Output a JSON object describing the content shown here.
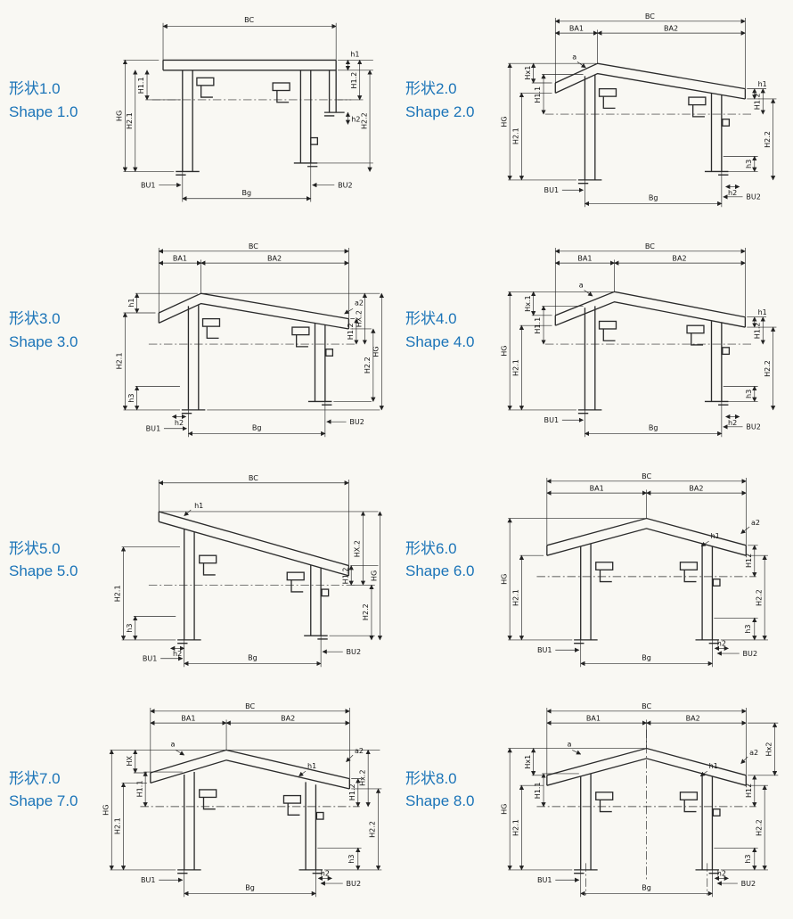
{
  "page": {
    "background_color": "#f9f8f3",
    "accent_color": "#1b74b8",
    "content": "Eight girder cross-section shape diagrams with dimension labels"
  },
  "panels": [
    {
      "title_cn": "形状1.0",
      "title_en": "Shape 1.0",
      "labels": {
        "bc": "BC",
        "h1": "h1",
        "h1_1": "H1.1",
        "h1_2": "H1.2",
        "h2_1": "H2.1",
        "h2_2": "H2.2",
        "hg": "HG",
        "h2": "h2",
        "bu1": "BU1",
        "bg": "Bg",
        "bu2": "BU2"
      }
    },
    {
      "title_cn": "形状2.0",
      "title_en": "Shape 2.0",
      "labels": {
        "bc": "BC",
        "ba1": "BA1",
        "ba2": "BA2",
        "hx1": "Hx1",
        "a": "a",
        "h1_1": "H1.1",
        "h1": "h1",
        "h1_2": "H1.2",
        "h2_2": "H2.2",
        "hg": "HG",
        "h2_1": "H2.1",
        "h3": "h3",
        "h2": "h2",
        "bu1": "BU1",
        "bg": "Bg",
        "bu2": "BU2"
      }
    },
    {
      "title_cn": "形状3.0",
      "title_en": "Shape 3.0",
      "labels": {
        "bc": "BC",
        "ba1": "BA1",
        "ba2": "BA2",
        "h1": "h1",
        "h2_1": "H2.1",
        "a2": "a2",
        "h1_2": "H1.2",
        "hx_2": "HX.2",
        "h2_2": "H2.2",
        "hg": "HG",
        "h3": "h3",
        "h2": "h2",
        "bu1": "BU1",
        "bg": "Bg",
        "bu2": "BU2"
      }
    },
    {
      "title_cn": "形状4.0",
      "title_en": "Shape 4.0",
      "labels": {
        "bc": "BC",
        "ba1": "BA1",
        "ba2": "BA2",
        "hx_1": "Hx.1",
        "a": "a",
        "h1_1": "H1.1",
        "h1": "h1",
        "h1_2": "H1.2",
        "h2_2": "H2.2",
        "hg": "HG",
        "h2_1": "H2.1",
        "h3": "h3",
        "h2": "h2",
        "bu1": "BU1",
        "bg": "Bg",
        "bu2": "BU2"
      }
    },
    {
      "title_cn": "形状5.0",
      "title_en": "Shape 5.0",
      "labels": {
        "bc": "BC",
        "h1": "h1",
        "h2_1": "H2.1",
        "hx_2": "HX.2",
        "h1_2": "H1.2",
        "hg": "HG",
        "h2_2": "H2.2",
        "h3": "h3",
        "h2": "h2",
        "bu1": "BU1",
        "bg": "Bg",
        "bu2": "BU2"
      }
    },
    {
      "title_cn": "形状6.0",
      "title_en": "Shape 6.0",
      "labels": {
        "bc": "BC",
        "ba1": "BA1",
        "ba2": "BA2",
        "a2": "a2",
        "h12": "H12",
        "h1": "h1",
        "hg": "HG",
        "h2_1": "H2.1",
        "h2_2": "H2.2",
        "h3": "h3",
        "h2": "h2",
        "bu1": "BU1",
        "bg": "Bg",
        "bu2": "BU2"
      }
    },
    {
      "title_cn": "形状7.0",
      "title_en": "Shape 7.0",
      "labels": {
        "bc": "BC",
        "ba1": "BA1",
        "ba2": "BA2",
        "hx": "HX",
        "h1_1": "H1.1",
        "a": "a",
        "a2": "a2",
        "h1_2": "H1.2",
        "hx_2": "Hx.2",
        "hg": "HG",
        "h2_1": "H2.1",
        "h1": "h1",
        "h2_2": "H2.2",
        "h3": "h3",
        "h2": "h2",
        "bu1": "BU1",
        "bg": "Bg",
        "bu2": "BU2"
      }
    },
    {
      "title_cn": "形状8.0",
      "title_en": "Shape 8.0",
      "labels": {
        "bc": "BC",
        "ba1": "BA1",
        "ba2": "BA2",
        "hx2": "Hx2",
        "hx1": "Hx1",
        "a": "a",
        "a2": "a2",
        "h1_1": "H1.1",
        "h1": "h1",
        "h12": "H12",
        "hg": "HG",
        "h2_1": "H2.1",
        "h2_2": "H2.2",
        "h3": "h3",
        "h2": "h2",
        "bu1": "BU1",
        "bg": "Bg",
        "bu2": "BU2"
      }
    }
  ]
}
